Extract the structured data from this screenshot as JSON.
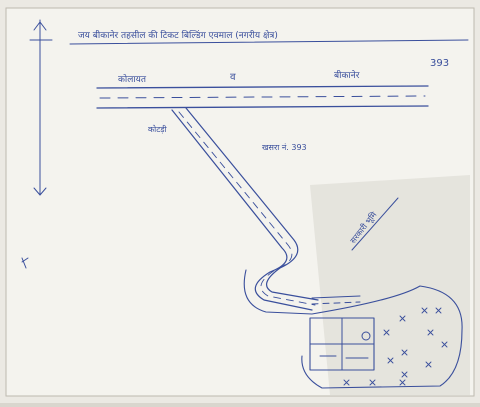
{
  "title": "जय बीकानेर तहसील की टिकट बिल्डिंग एवमाल (नगरीय क्षेत्र)",
  "plot_number": "393",
  "road_label_left": "कोलायत",
  "road_label_middle": "व",
  "road_label_right": "बीकानेर",
  "branch_label": "कोटड़ी",
  "plot_label_center": "खसरा नं. 393",
  "side_label": "सरकारी भूमि",
  "colors": {
    "ink": "#3a4f9c",
    "paper": "#f4f3ee",
    "shadow": "#dcd9d0"
  }
}
